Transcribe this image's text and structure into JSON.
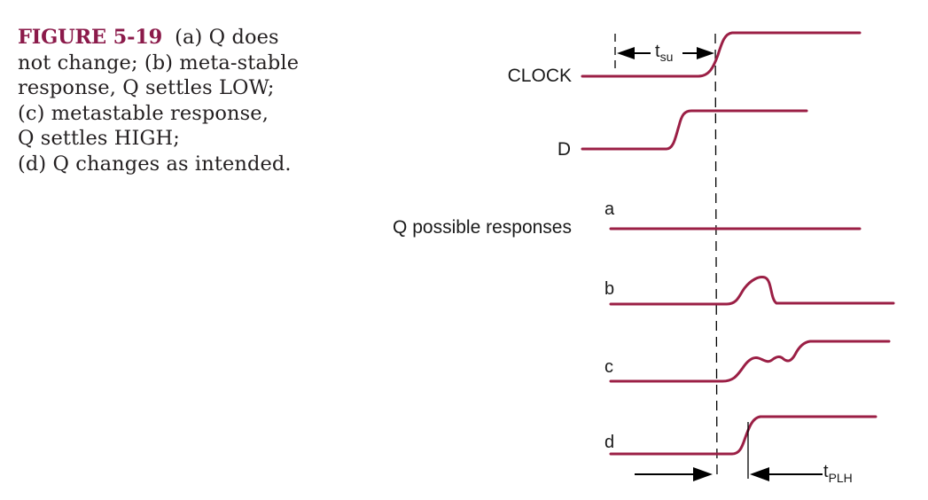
{
  "caption": {
    "figure_label": "FIGURE 5-19",
    "lines": [
      "(a) Q does",
      "not change; (b) meta-stable",
      "response, Q settles LOW;",
      "(c) metastable response,",
      "Q settles HIGH;",
      "(d) Q changes as intended."
    ]
  },
  "signals": {
    "clock": "CLOCK",
    "d": "D",
    "q_group": "Q possible responses",
    "a": "a",
    "b": "b",
    "c": "c",
    "d_resp": "d"
  },
  "timing": {
    "tsu_main": "t",
    "tsu_sub": "su",
    "tplh_main": "t",
    "tplh_sub": "PLH"
  },
  "colors": {
    "waveform": "#9b1f45",
    "caption_label": "#8b1a4a",
    "text": "#231f20"
  }
}
